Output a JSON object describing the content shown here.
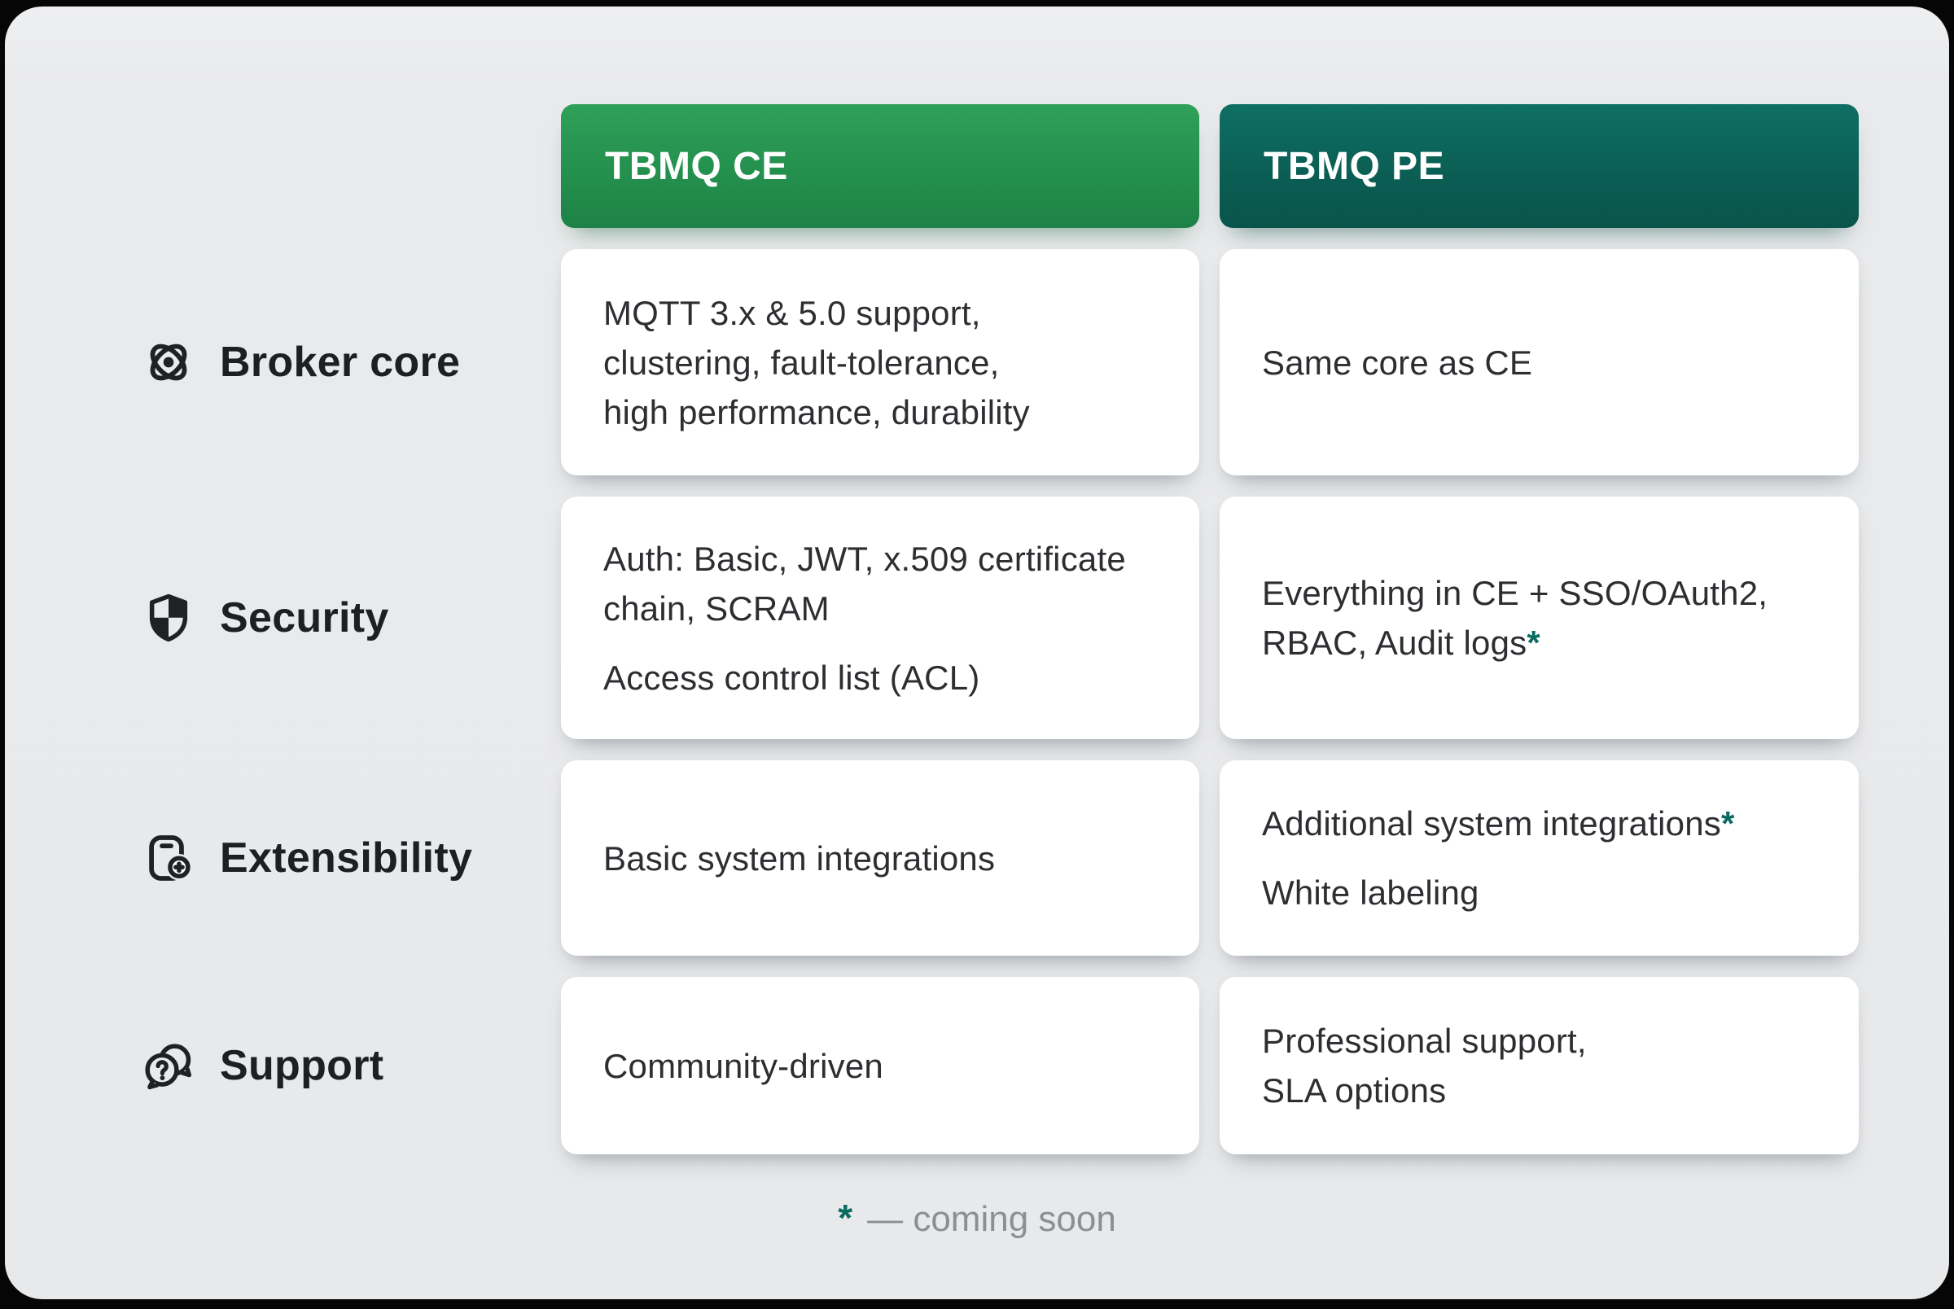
{
  "title": "TBMQ CE vs TBMQ PE comparison",
  "colors": {
    "ce_header_top": "#2FA059",
    "ce_header_bottom": "#1E8246",
    "pe_header_top": "#0E6F63",
    "pe_header_bottom": "#09544B",
    "accent_teal_asterisk": "#0A6B60",
    "panel_background": "#E9EAEC",
    "card_background": "#FFFFFF",
    "label_text": "#1D1F22",
    "cell_text": "#2C2E31",
    "footnote_text": "#8C8F92"
  },
  "columns": {
    "ce": {
      "label": "TBMQ CE"
    },
    "pe": {
      "label": "TBMQ PE"
    }
  },
  "rows": {
    "broker": {
      "label": "Broker core",
      "icon": "atom-icon",
      "ce": {
        "p1": "MQTT 3.x & 5.0 support, clustering, fault-tolerance, high performance, durability"
      },
      "pe": {
        "p1": "Same core as CE"
      }
    },
    "security": {
      "label": "Security",
      "icon": "shield-icon",
      "ce": {
        "p1": "Auth: Basic, JWT, x.509 certificate chain, SCRAM",
        "p2": "Access control list (ACL)"
      },
      "pe": {
        "p1": "Everything in CE + SSO/OAuth2, RBAC, Audit logs",
        "p1_star": "*"
      }
    },
    "extensibility": {
      "label": "Extensibility",
      "icon": "device-plus-icon",
      "ce": {
        "p1": "Basic system integrations"
      },
      "pe": {
        "p1": "Additional system integrations",
        "p1_star": "*",
        "p2": "White labeling"
      }
    },
    "support": {
      "label": "Support",
      "icon": "chat-question-icon",
      "ce": {
        "p1": "Community-driven"
      },
      "pe": {
        "p1": "Professional support,\nSLA options"
      }
    }
  },
  "footer": {
    "star": "*",
    "text": "— coming soon"
  }
}
